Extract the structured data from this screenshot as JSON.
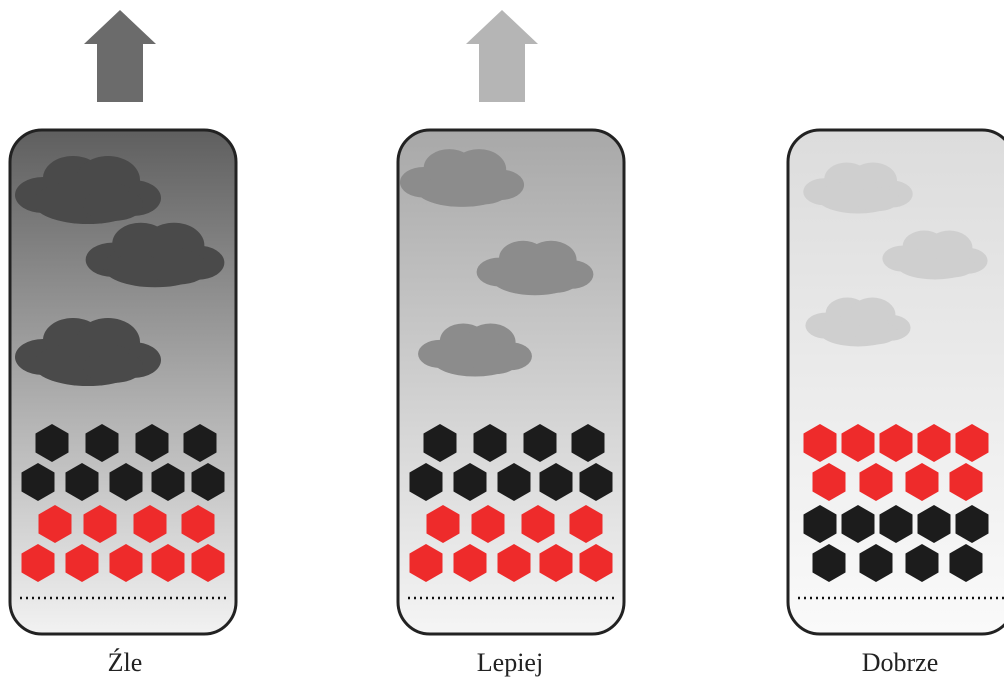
{
  "panels": [
    {
      "label": "Źle",
      "arrow_color": "#6b6b6b",
      "gradient_top": "#5f5f5f",
      "gradient_bottom": "#f2f2f2",
      "cloud_color": "#4a4a4a",
      "top_rows": "black",
      "bottom_rows": "red"
    },
    {
      "label": "Lepiej",
      "arrow_color": "#b5b5b5",
      "gradient_top": "#a8a8a8",
      "gradient_bottom": "#f5f5f5",
      "cloud_color": "#8c8c8c",
      "top_rows": "black",
      "bottom_rows": "red"
    },
    {
      "label": "Dobrze",
      "arrow_color": "#ffffff",
      "gradient_top": "#dcdcdc",
      "gradient_bottom": "#fafafa",
      "cloud_color": "#cfcfcf",
      "top_rows": "red",
      "bottom_rows": "black"
    }
  ],
  "colors": {
    "hex_black": "#1c1c1c",
    "hex_red": "#ee2b2b",
    "outline": "#222222"
  }
}
